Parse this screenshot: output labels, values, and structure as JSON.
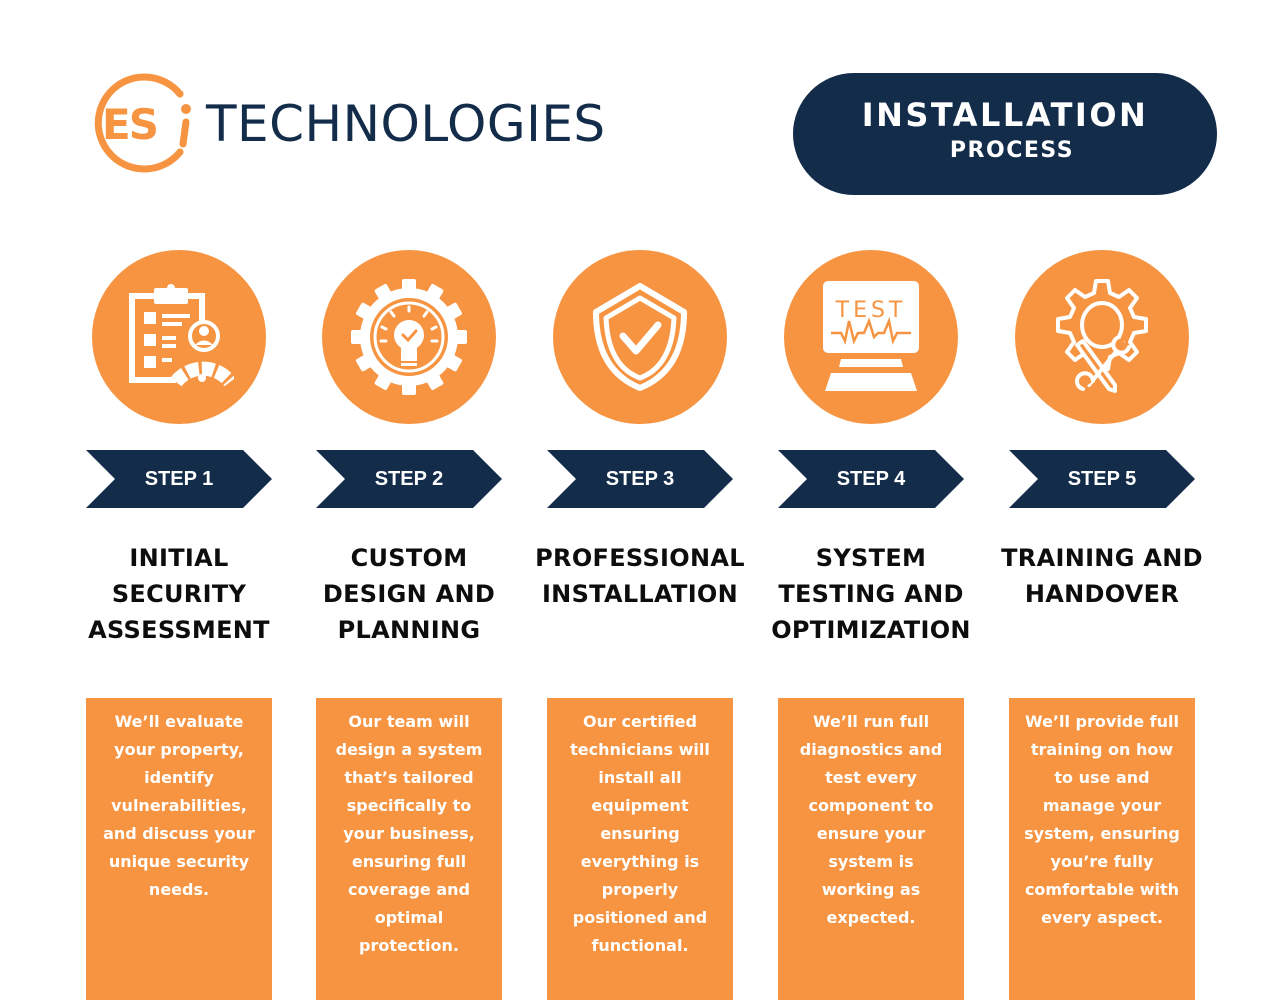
{
  "brand": {
    "logo_mark": "ES",
    "name": "TECHNOLOGIES",
    "colors": {
      "orange": "#f69442",
      "navy": "#122c4a",
      "text": "#0d0d0d"
    }
  },
  "title": {
    "main": "INSTALLATION",
    "sub": "PROCESS"
  },
  "steps": [
    {
      "step_label": "STEP 1",
      "icon": "clipboard-assessment-icon",
      "heading": "INITIAL SECURITY ASSESSMENT",
      "description": "We’ll evaluate your property, identify vulnerabilities, and discuss your unique security needs."
    },
    {
      "step_label": "STEP 2",
      "icon": "gear-lightbulb-icon",
      "heading": "CUSTOM DESIGN AND PLANNING",
      "description": "Our team will design a system that’s tailored specifically to your business, ensuring full coverage and optimal protection."
    },
    {
      "step_label": "STEP 3",
      "icon": "shield-check-icon",
      "heading": "PROFESSIONAL INSTALLATION",
      "description": "Our certified technicians will install all equipment ensuring everything is properly positioned and functional."
    },
    {
      "step_label": "STEP 4",
      "icon": "computer-test-icon",
      "icon_text": "TEST",
      "heading": "SYSTEM TESTING AND OPTIMIZATION",
      "description": "We’ll run full diagnostics and test every component to ensure your system is working as expected."
    },
    {
      "step_label": "STEP 5",
      "icon": "gear-tools-icon",
      "heading": "TRAINING AND HANDOVER",
      "description": "We’ll provide full training on how to use and manage your system, ensuring you’re fully comfortable with every aspect."
    }
  ]
}
